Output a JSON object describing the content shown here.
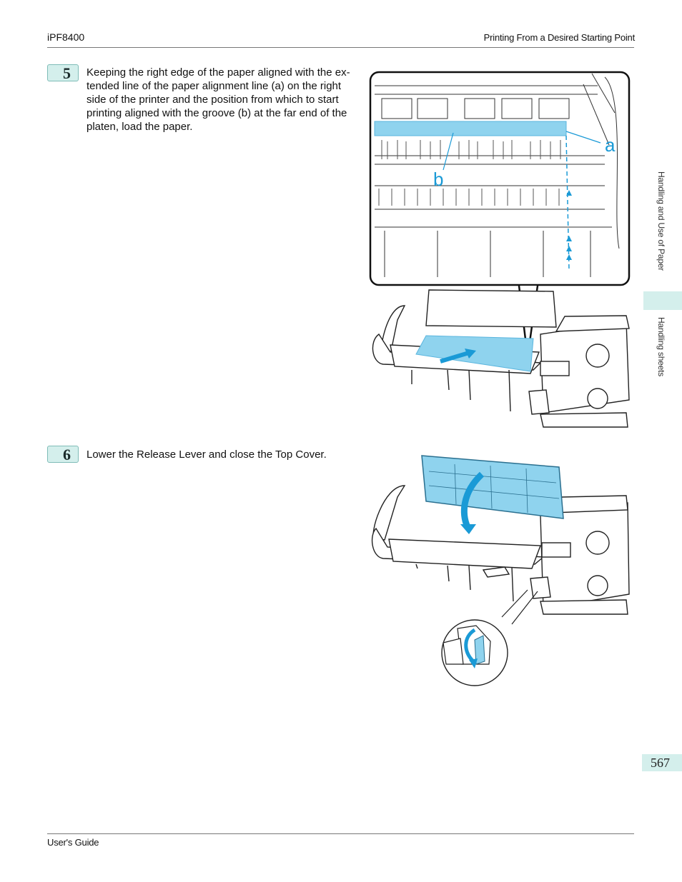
{
  "header": {
    "model": "iPF8400",
    "section": "Printing From a Desired Starting Point"
  },
  "steps": [
    {
      "number": "5",
      "lines": [
        "Keeping the right edge of the paper aligned with the ex-",
        "tended line of the paper alignment line (a) on the right",
        "side of the printer and the position from which to start",
        "printing aligned with the groove (b) at the far end of the",
        "platen, load the paper."
      ]
    },
    {
      "number": "6",
      "lines": [
        "Lower the Release Lever and close the Top Cover."
      ]
    }
  ],
  "figure1": {
    "label_a": "a",
    "label_b": "b"
  },
  "side_tabs": {
    "chapter": "Handling and Use of Paper",
    "section": "Handling sheets"
  },
  "page_number": "567",
  "footer": {
    "guide": "User's Guide"
  },
  "colors": {
    "accent_tab": "#d4efec",
    "highlight_blue": "#8fd3ee",
    "arrow_blue": "#1a9ad6"
  }
}
